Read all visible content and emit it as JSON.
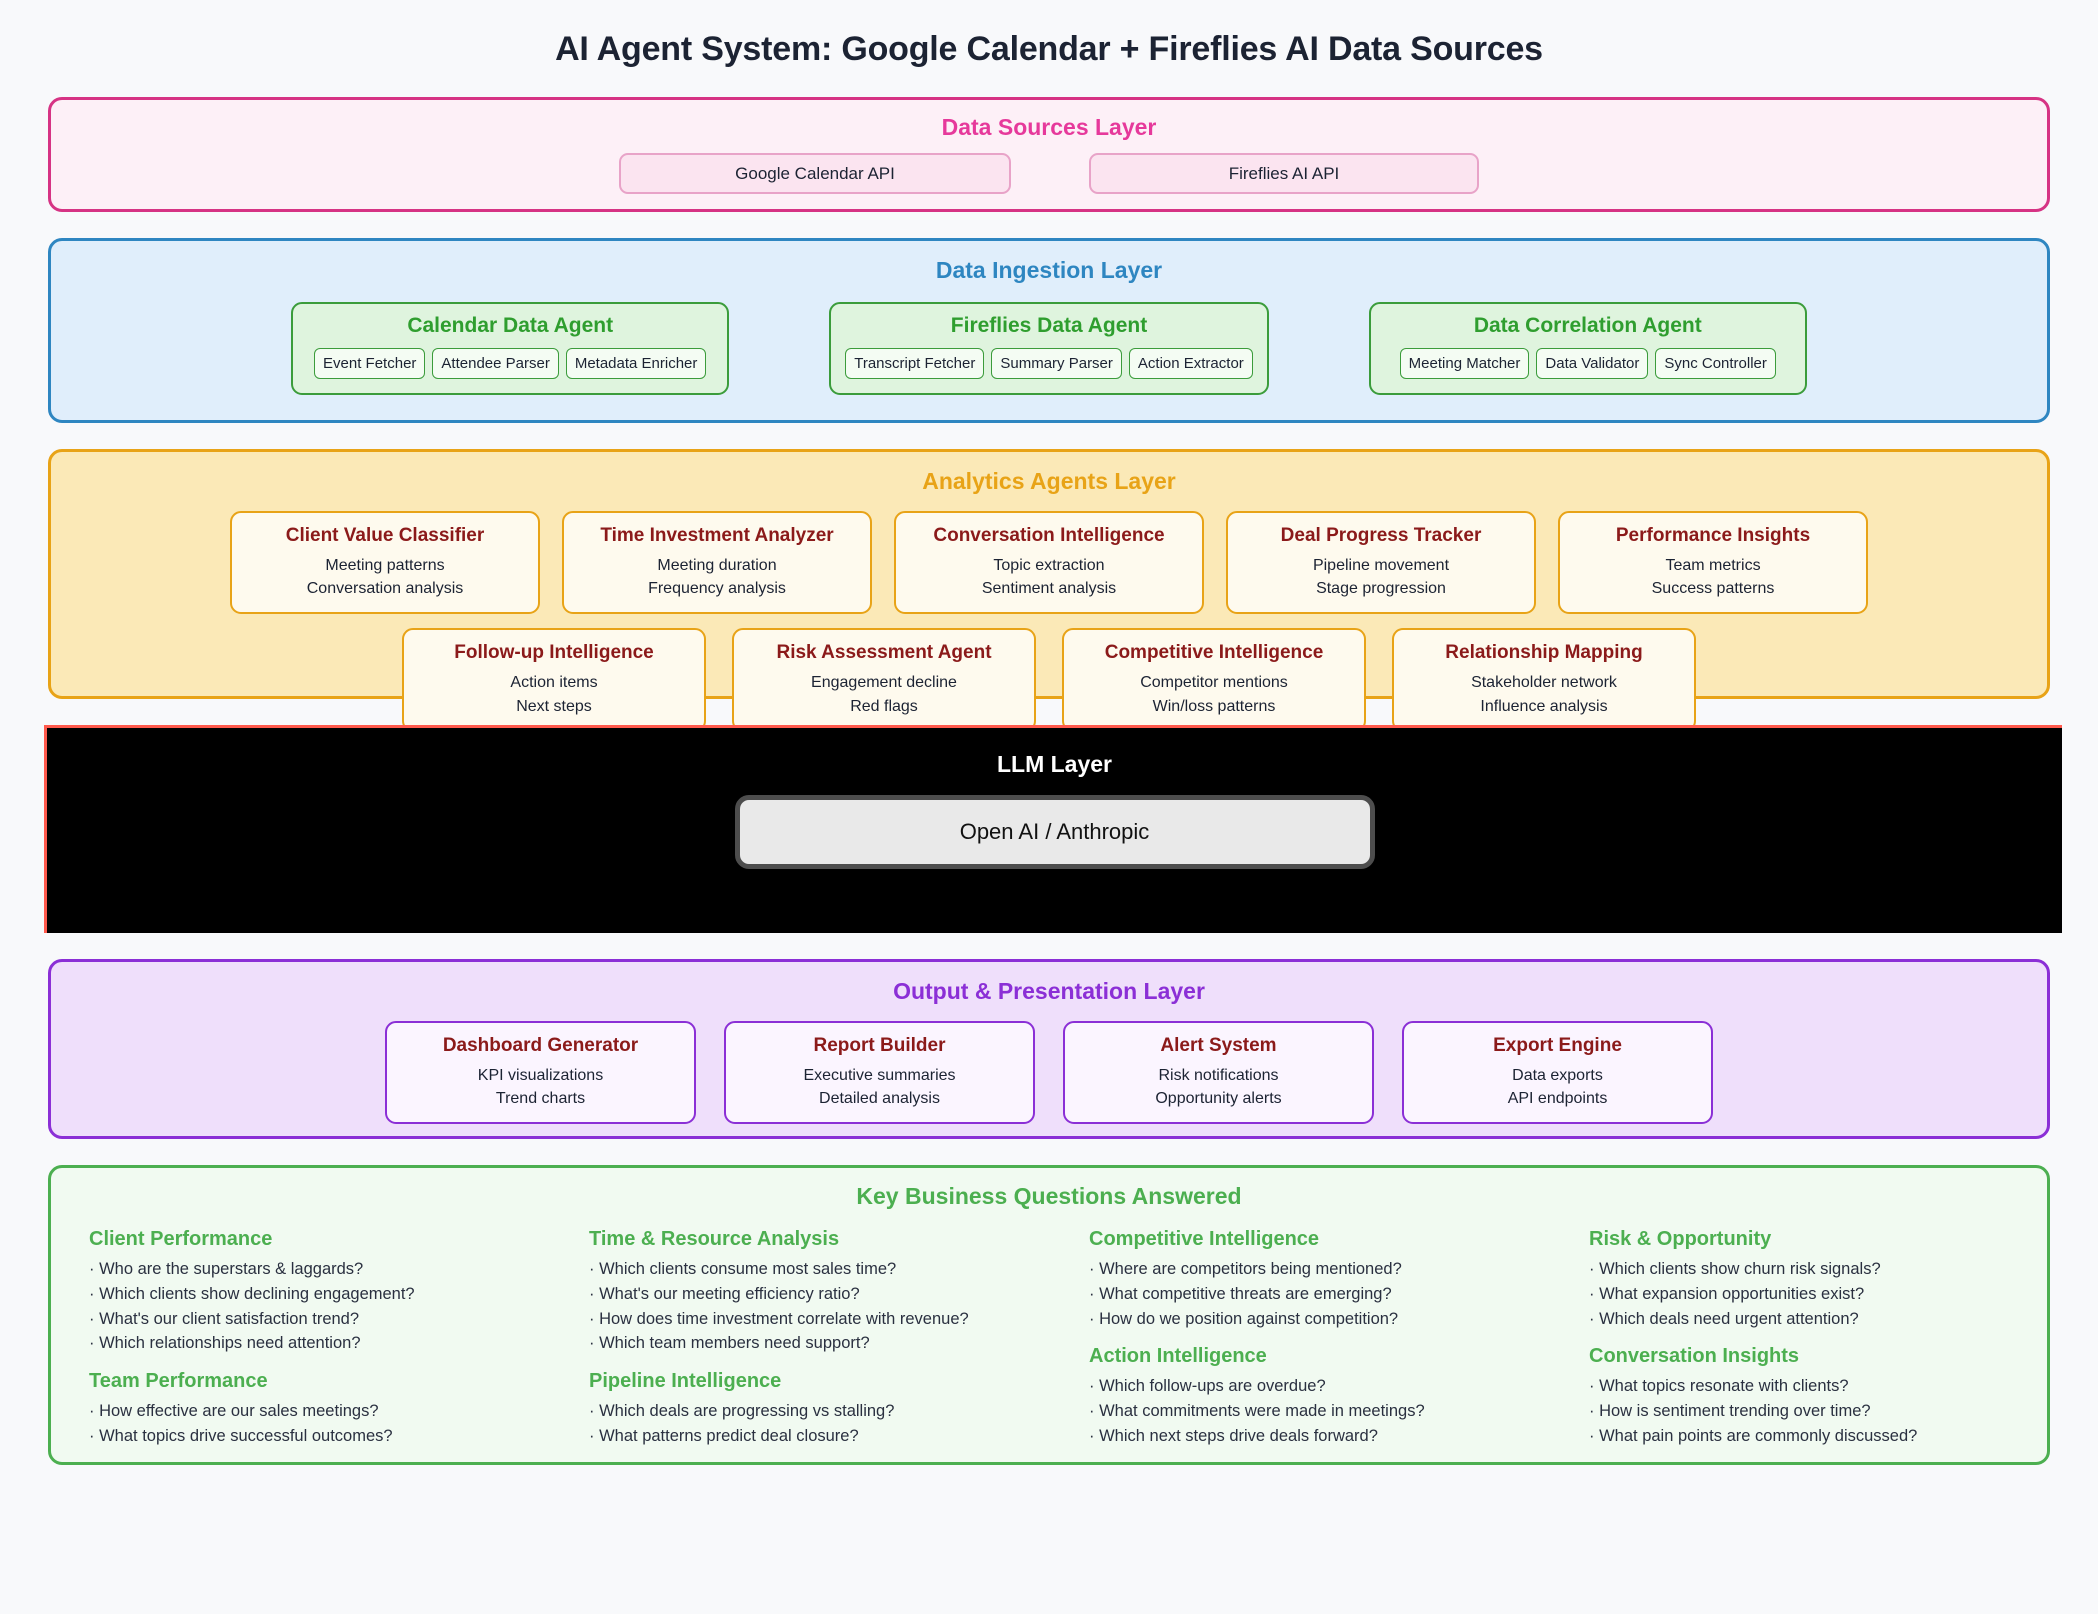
{
  "page": {
    "title": "AI Agent System: Google Calendar + Fireflies AI Data Sources",
    "background": "#f8f9fb"
  },
  "colors": {
    "sources": "#d63384",
    "ingestion": "#2e86c1",
    "analytics": "#e8a317",
    "llm_border": "#ff5a4d",
    "llm_bg": "#000000",
    "output": "#8b2fd6",
    "questions": "#4caf50",
    "card_title": "#8b1a1a",
    "agent_green": "#2f9e2f"
  },
  "data_sources_layer": {
    "title": "Data Sources Layer",
    "sources": [
      {
        "label": "Google Calendar API"
      },
      {
        "label": "Fireflies AI API"
      }
    ]
  },
  "data_ingestion_layer": {
    "title": "Data Ingestion Layer",
    "agents": [
      {
        "title": "Calendar Data Agent",
        "chips": [
          "Event Fetcher",
          "Attendee Parser",
          "Metadata Enricher"
        ]
      },
      {
        "title": "Fireflies Data Agent",
        "chips": [
          "Transcript Fetcher",
          "Summary Parser",
          "Action Extractor"
        ]
      },
      {
        "title": "Data Correlation Agent",
        "chips": [
          "Meeting Matcher",
          "Data Validator",
          "Sync Controller"
        ]
      }
    ]
  },
  "analytics_layer": {
    "title": "Analytics Agents Layer",
    "row1": [
      {
        "title": "Client Value Classifier",
        "lines": [
          "Meeting patterns",
          "Conversation analysis"
        ]
      },
      {
        "title": "Time Investment Analyzer",
        "lines": [
          "Meeting duration",
          "Frequency analysis"
        ]
      },
      {
        "title": "Conversation Intelligence",
        "lines": [
          "Topic extraction",
          "Sentiment analysis"
        ]
      },
      {
        "title": "Deal Progress Tracker",
        "lines": [
          "Pipeline movement",
          "Stage progression"
        ]
      },
      {
        "title": "Performance Insights",
        "lines": [
          "Team metrics",
          "Success patterns"
        ]
      }
    ],
    "row2": [
      {
        "title": "Follow-up Intelligence",
        "lines": [
          "Action items",
          "Next steps"
        ]
      },
      {
        "title": "Risk Assessment Agent",
        "lines": [
          "Engagement decline",
          "Red flags"
        ]
      },
      {
        "title": "Competitive Intelligence",
        "lines": [
          "Competitor mentions",
          "Win/loss patterns"
        ]
      },
      {
        "title": "Relationship Mapping",
        "lines": [
          "Stakeholder network",
          "Influence analysis"
        ]
      }
    ]
  },
  "llm_layer": {
    "title": "LLM Layer",
    "provider_button": "Open AI / Anthropic"
  },
  "output_layer": {
    "title": "Output & Presentation Layer",
    "cards": [
      {
        "title": "Dashboard Generator",
        "lines": [
          "KPI visualizations",
          "Trend charts"
        ]
      },
      {
        "title": "Report Builder",
        "lines": [
          "Executive summaries",
          "Detailed analysis"
        ]
      },
      {
        "title": "Alert System",
        "lines": [
          "Risk notifications",
          "Opportunity alerts"
        ]
      },
      {
        "title": "Export Engine",
        "lines": [
          "Data exports",
          "API endpoints"
        ]
      }
    ]
  },
  "questions_layer": {
    "title": "Key Business Questions Answered",
    "columns": [
      {
        "groups": [
          {
            "heading": "Client Performance",
            "items": [
              "Who are the superstars & laggards?",
              "Which clients show declining engagement?",
              "What's our client satisfaction trend?",
              "Which relationships need attention?"
            ]
          },
          {
            "heading": "Team Performance",
            "items": [
              "How effective are our sales meetings?",
              "What topics drive successful outcomes?"
            ]
          }
        ]
      },
      {
        "groups": [
          {
            "heading": "Time & Resource Analysis",
            "items": [
              "Which clients consume most sales time?",
              "What's our meeting efficiency ratio?",
              "How does time investment correlate with revenue?",
              "Which team members need support?"
            ]
          },
          {
            "heading": "Pipeline Intelligence",
            "items": [
              "Which deals are progressing vs stalling?",
              "What patterns predict deal closure?"
            ]
          }
        ]
      },
      {
        "groups": [
          {
            "heading": "Competitive Intelligence",
            "items": [
              "Where are competitors being mentioned?",
              "What competitive threats are emerging?",
              "How do we position against competition?"
            ]
          },
          {
            "heading": "Action Intelligence",
            "items": [
              "Which follow-ups are overdue?",
              "What commitments were made in meetings?",
              "Which next steps drive deals forward?"
            ]
          }
        ]
      },
      {
        "groups": [
          {
            "heading": "Risk & Opportunity",
            "items": [
              "Which clients show churn risk signals?",
              "What expansion opportunities exist?",
              "Which deals need urgent attention?"
            ]
          },
          {
            "heading": "Conversation Insights",
            "items": [
              "What topics resonate with clients?",
              "How is sentiment trending over time?",
              "What pain points are commonly discussed?"
            ]
          }
        ]
      }
    ]
  }
}
